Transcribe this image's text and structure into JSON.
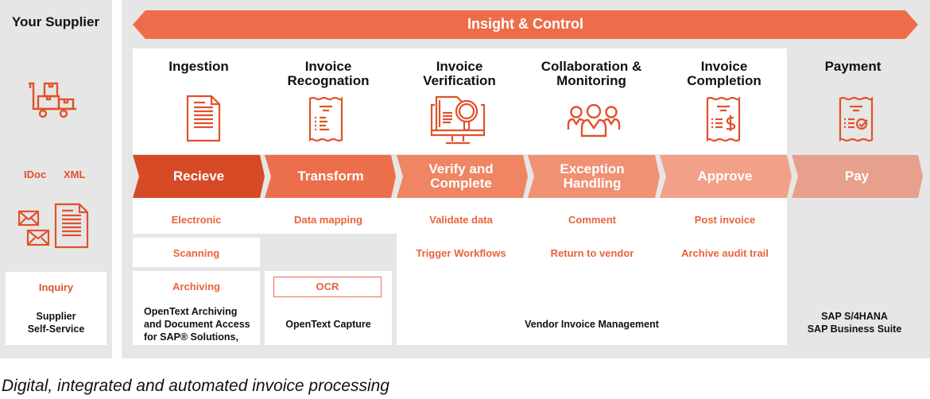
{
  "supplier": {
    "title": "Your Supplier",
    "formats": [
      "IDoc",
      "XML"
    ],
    "inquiry_label": "Inquiry",
    "self_service_line1": "Supplier",
    "self_service_line2": "Self-Service"
  },
  "banner": {
    "label": "Insight & Control"
  },
  "stages": [
    {
      "heading_line1": "Ingestion",
      "heading_line2": "",
      "icon": "document-icon",
      "step_line1": "Recieve",
      "step_line2": "",
      "step_color": "#d64a26"
    },
    {
      "heading_line1": "Invoice",
      "heading_line2": "Recognation",
      "icon": "receipt-list-icon",
      "step_line1": "Transform",
      "step_line2": "",
      "step_color": "#ec6f4c"
    },
    {
      "heading_line1": "Invoice",
      "heading_line2": "Verification",
      "icon": "monitor-magnifier-icon",
      "step_line1": "Verify and",
      "step_line2": "Complete",
      "step_color": "#ef8563"
    },
    {
      "heading_line1": "Collaboration &",
      "heading_line2": "Monitoring",
      "icon": "team-icon",
      "step_line1": "Exception",
      "step_line2": "Handling",
      "step_color": "#f09174"
    },
    {
      "heading_line1": "Invoice",
      "heading_line2": "Completion",
      "icon": "receipt-dollar-icon",
      "step_line1": "Approve",
      "step_line2": "",
      "step_color": "#f2a088"
    },
    {
      "heading_line1": "Payment",
      "heading_line2": "",
      "icon": "receipt-check-icon",
      "step_line1": "Pay",
      "step_line2": "",
      "step_color": "#e6a08c"
    }
  ],
  "activities": {
    "ingestion": [
      "Electronic",
      "Scanning",
      "Archiving"
    ],
    "transform": [
      "Data mapping",
      "OCR"
    ],
    "verify": [
      "Validate data",
      "Trigger Workflows"
    ],
    "exception": [
      "Comment",
      "Return to vendor"
    ],
    "approve": [
      "Post invoice",
      "Archive audit trail"
    ]
  },
  "products": {
    "archiving_line1": "OpenText Archiving",
    "archiving_line2": "and Document Access",
    "archiving_line3": "for SAP® Solutions,",
    "capture": "OpenText Capture",
    "vim": "Vendor Invoice Management",
    "sap_line1": "SAP S/4HANA",
    "sap_line2": "SAP Business Suite"
  },
  "caption": "Digital, integrated and automated invoice processing",
  "colors": {
    "accent": "#e0522c",
    "banner": "#ed6d4b",
    "panel_grey": "#e6e6e6"
  }
}
